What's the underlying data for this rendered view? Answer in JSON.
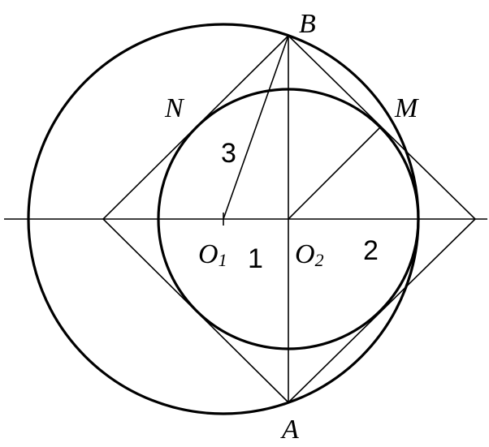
{
  "points": {
    "B": "B",
    "A": "A",
    "N": "N",
    "M": "M",
    "O1": "O",
    "O1_sub": "1",
    "O2": "O",
    "O2_sub": "2"
  },
  "numbers": {
    "radius_label": "3",
    "segment_1": "1",
    "segment_2": "2"
  }
}
